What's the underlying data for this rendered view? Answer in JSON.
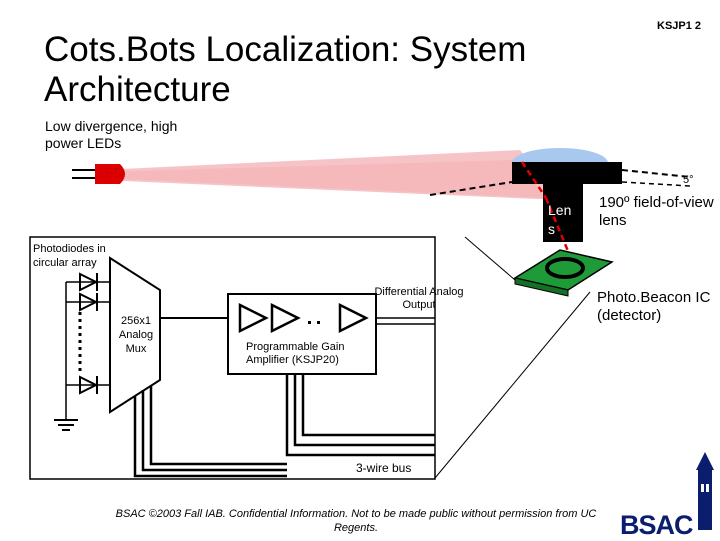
{
  "slide": {
    "title": "Cots.Bots Localization: System Architecture",
    "number": "KSJP1 2"
  },
  "labels": {
    "led_caption": "Low divergence, high power LEDs",
    "led": "LED",
    "angle": "5°",
    "lens": "Len s",
    "field_of_view": "190º field-of-view lens",
    "photobeacon": "Photo.Beacon IC (detector)",
    "photodiodes": "Photodiodes in circular array",
    "mux": "256x1 Analog Mux",
    "differential_output": "Differential Analog Output",
    "amplifier": "Programmable Gain Amplifier (KSJP20)",
    "bus": "3-wire bus"
  },
  "footer": {
    "copyright": "BSAC ©2003 Fall IAB. Confidential Information. Not to be made public without permission from UC Regents.",
    "logo": "BSAC"
  },
  "colors": {
    "beam": "#f4b8bc",
    "led": "#dd0000",
    "lens": "#a8c8f0",
    "chip_board": "#1f9a38",
    "laser_line": "#e00000",
    "logo": "#0b1e6e"
  },
  "icons": [
    "led-icon",
    "lens-icon",
    "detector-chip-icon",
    "photodiode-icon",
    "ground-icon",
    "amplifier-triangle-icon",
    "campanile-icon"
  ]
}
